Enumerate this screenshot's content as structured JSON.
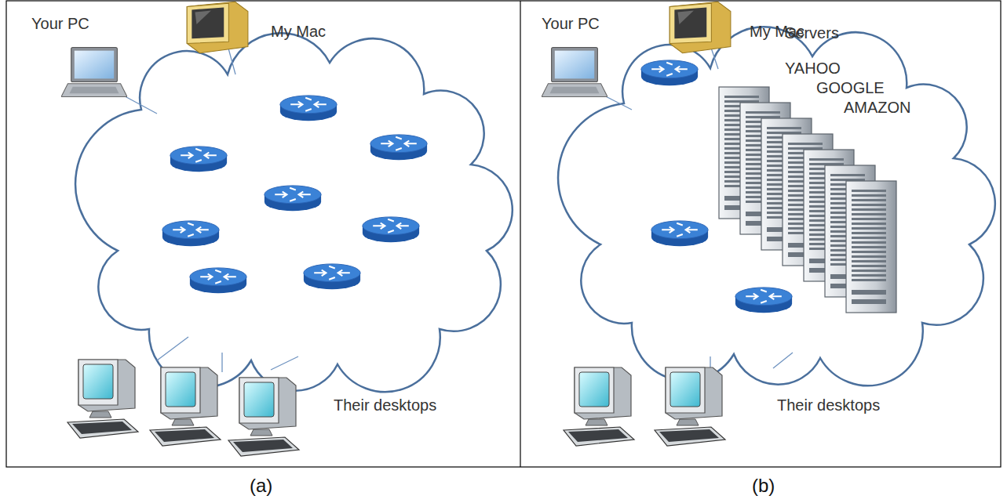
{
  "diagram": {
    "labels": [
      "Your PC",
      "My Mac",
      "Their desktops",
      "Your PC",
      "My Mac",
      "Servers",
      "YAHOO",
      "GOOGLE",
      "AMAZON",
      "Their desktops",
      "(a)",
      "(b)"
    ]
  }
}
